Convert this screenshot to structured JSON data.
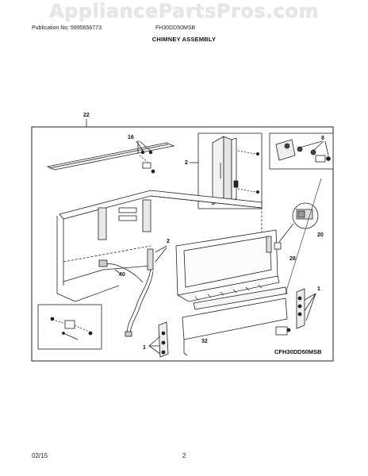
{
  "watermark": "AppliancePartsPros.com",
  "header": {
    "publication": "Publication No: 5995656773",
    "model": "FH30DD50MSB",
    "title": "CHIMNEY ASSEMBLY"
  },
  "diagram": {
    "model_code": "CFH30DD50MSB",
    "callouts": {
      "c22": "22",
      "c16": "16",
      "c2_detail": "2",
      "c8": "8",
      "c20": "20",
      "c2_main": "2",
      "c28": "28",
      "c40": "40",
      "c1_right": "1",
      "c32": "32",
      "c1_left": "1"
    }
  },
  "footer": {
    "date": "02/15",
    "page": "2"
  }
}
